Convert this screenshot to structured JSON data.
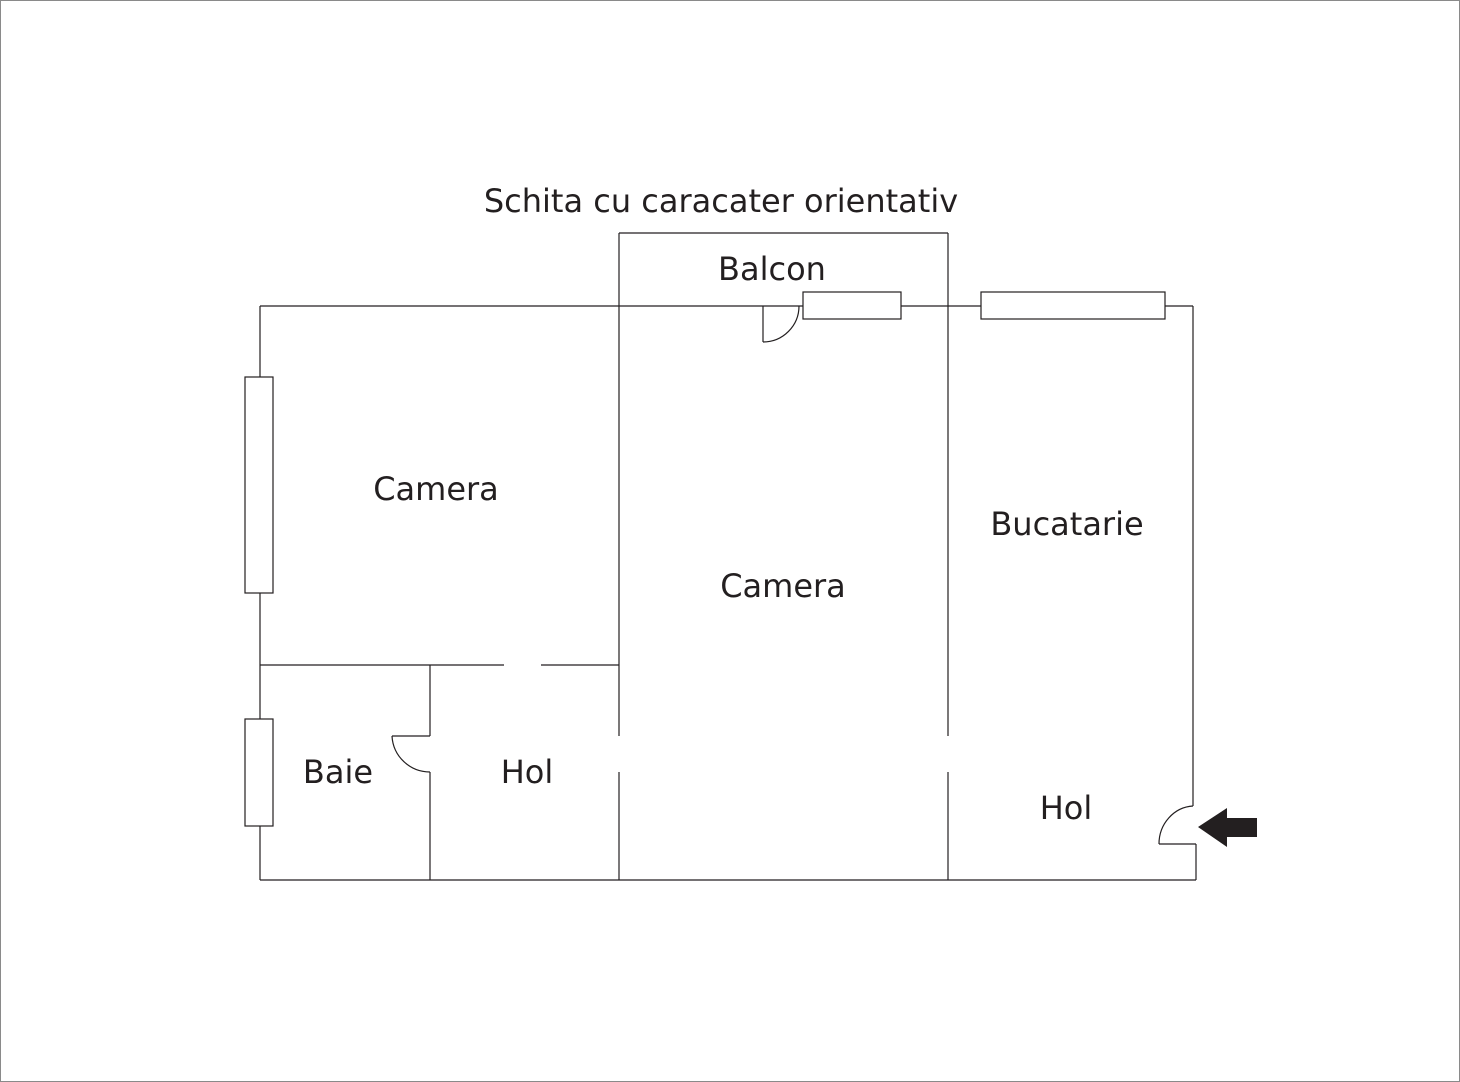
{
  "title": "Schita cu caracater orientativ",
  "rooms": {
    "balcon": "Balcon",
    "camera_left": "Camera",
    "camera_center": "Camera",
    "bucatarie": "Bucatarie",
    "baie": "Baie",
    "hol_left": "Hol",
    "hol_right": "Hol"
  },
  "colors": {
    "line": "#231f20",
    "frame": "#8a8a8a",
    "background": "#ffffff"
  },
  "icons": {
    "entrance": "arrow-left-icon"
  }
}
